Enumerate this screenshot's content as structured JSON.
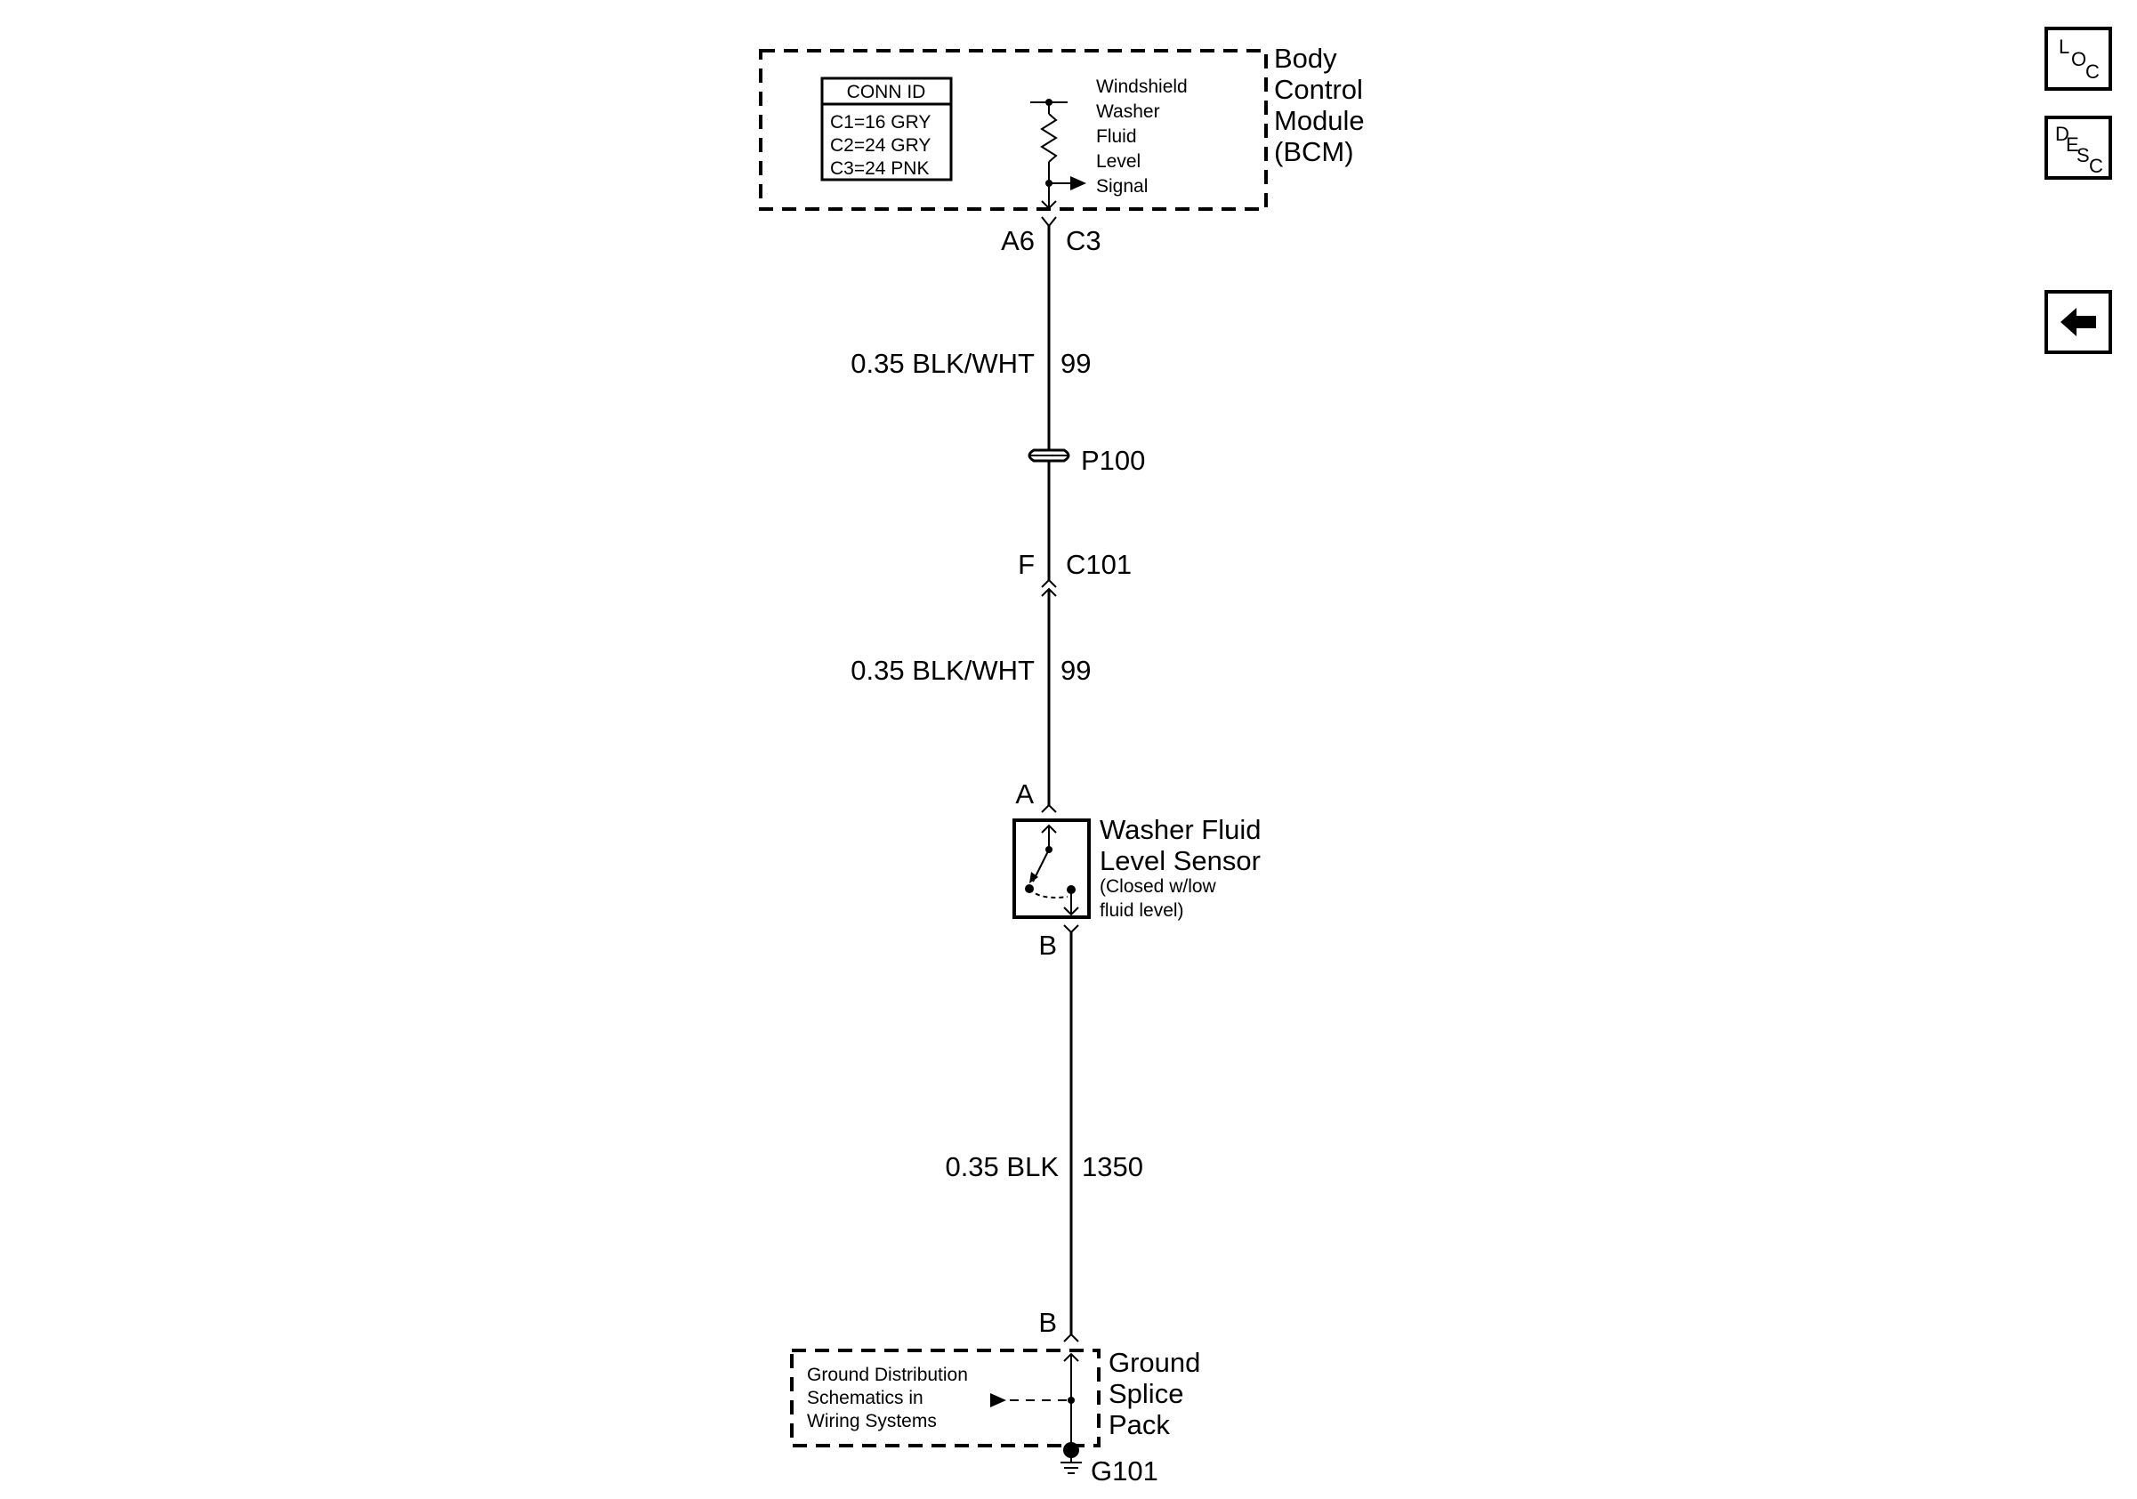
{
  "bcm": {
    "title_lines": [
      "Body",
      "Control",
      "Module",
      "(BCM)"
    ],
    "conn_id_title": "CONN ID",
    "conn_id_rows": [
      "C1=16 GRY",
      "C2=24 GRY",
      "C3=24 PNK"
    ],
    "signal_lines": [
      "Windshield",
      "Washer",
      "Fluid",
      "Level",
      "Signal"
    ],
    "pin": "A6",
    "connector": "C3"
  },
  "wire1": {
    "label": "0.35 BLK/WHT",
    "circuit": "99"
  },
  "passthrough": {
    "label": "P100"
  },
  "inline_connector": {
    "pin": "F",
    "connector": "C101"
  },
  "wire2": {
    "label": "0.35 BLK/WHT",
    "circuit": "99"
  },
  "sensor": {
    "pin_top": "A",
    "pin_bottom": "B",
    "title_lines": [
      "Washer Fluid",
      "Level Sensor"
    ],
    "note_lines": [
      "(Closed w/low",
      "fluid level)"
    ]
  },
  "wire3": {
    "label": "0.35 BLK",
    "circuit": "1350"
  },
  "ground_pack": {
    "pin": "B",
    "title_lines": [
      "Ground",
      "Splice",
      "Pack"
    ],
    "ref_lines": [
      "Ground Distribution",
      "Schematics in",
      "Wiring Systems"
    ],
    "ground": "G101"
  },
  "nav": {
    "loc": [
      "L",
      "O",
      "C"
    ],
    "desc": [
      "D",
      "E",
      "S",
      "C"
    ],
    "back_icon": "left-arrow-icon"
  }
}
